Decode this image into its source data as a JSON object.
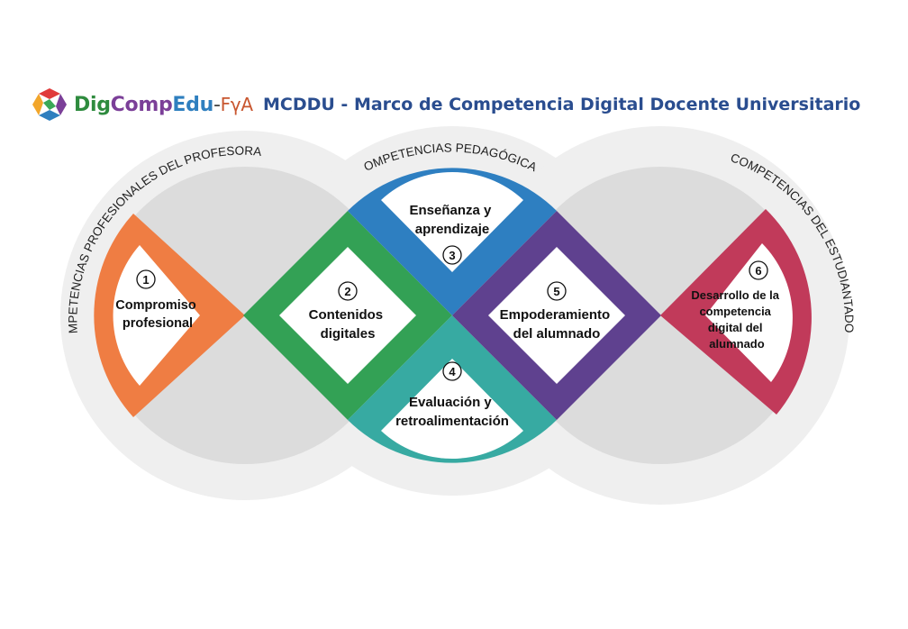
{
  "header": {
    "brand_dig": "Dig",
    "brand_comp": "Comp",
    "brand_edu": "Edu",
    "brand_sep": "-",
    "brand_fya": "FγA",
    "title": "MCDDU - Marco de Competencia Digital Docente Universitario"
  },
  "groups": {
    "profesional": "COMPETENCIAS PROFESIONALES DEL PROFESORADO",
    "pedagogicas": "COMPETENCIAS PEDAGÓGICAS",
    "estudiante": "COMPETENCIAS DEL ESTUDIANTADO"
  },
  "areas": [
    {
      "num": "1",
      "lines": [
        "Compromiso",
        "profesional"
      ],
      "color": "#ef7d43"
    },
    {
      "num": "2",
      "lines": [
        "Contenidos",
        "digitales"
      ],
      "color": "#33a155"
    },
    {
      "num": "3",
      "lines": [
        "Enseñanza y",
        "aprendizaje"
      ],
      "color": "#2e7fc1"
    },
    {
      "num": "4",
      "lines": [
        "Evaluación y",
        "retroalimentación"
      ],
      "color": "#37aaa2"
    },
    {
      "num": "5",
      "lines": [
        "Empoderamiento",
        "del alumnado"
      ],
      "color": "#5f418f"
    },
    {
      "num": "6",
      "lines": [
        "Desarrollo de la",
        "competencia",
        "digital del",
        "alumnado"
      ],
      "color": "#c13a5a"
    }
  ]
}
